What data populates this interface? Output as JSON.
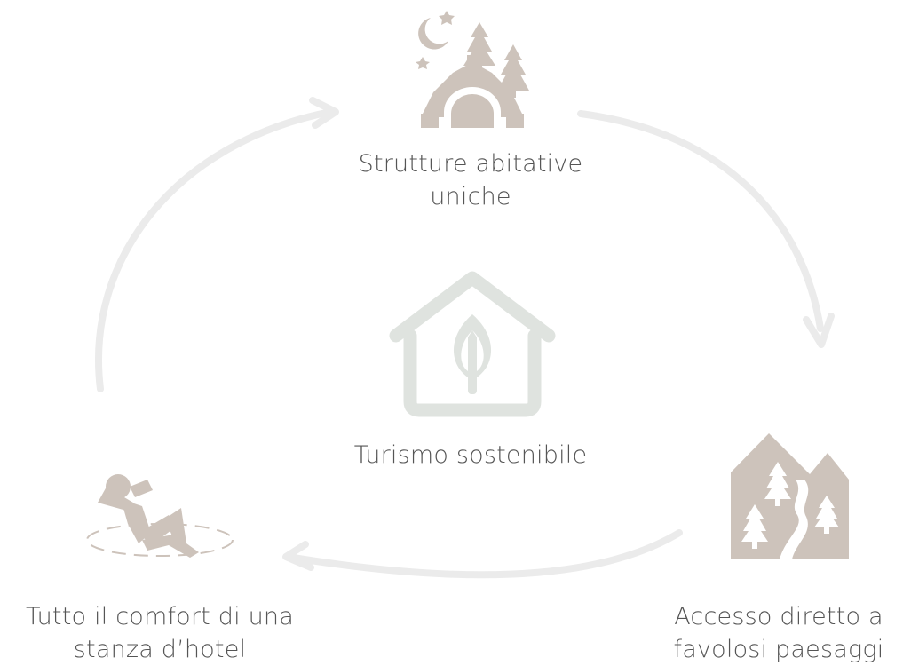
{
  "center": {
    "icon": "eco-house-leaf-icon",
    "label": "Turismo sostenibile"
  },
  "nodes": [
    {
      "icon": "glamping-tent-night-icon",
      "line1": "Strutture abitative",
      "line2": "uniche"
    },
    {
      "icon": "mountains-river-trees-icon",
      "line1": "Accesso diretto a",
      "line2": "favolosi paesaggi"
    },
    {
      "icon": "relaxing-person-icon",
      "line1": "Tutto il comfort di una",
      "line2": "stanza d’hotel"
    }
  ],
  "colors": {
    "icon": "#cdc3bb",
    "center_icon": "#dfe3df",
    "arrow": "#ececec",
    "text": "#555555",
    "background": "#ffffff"
  }
}
